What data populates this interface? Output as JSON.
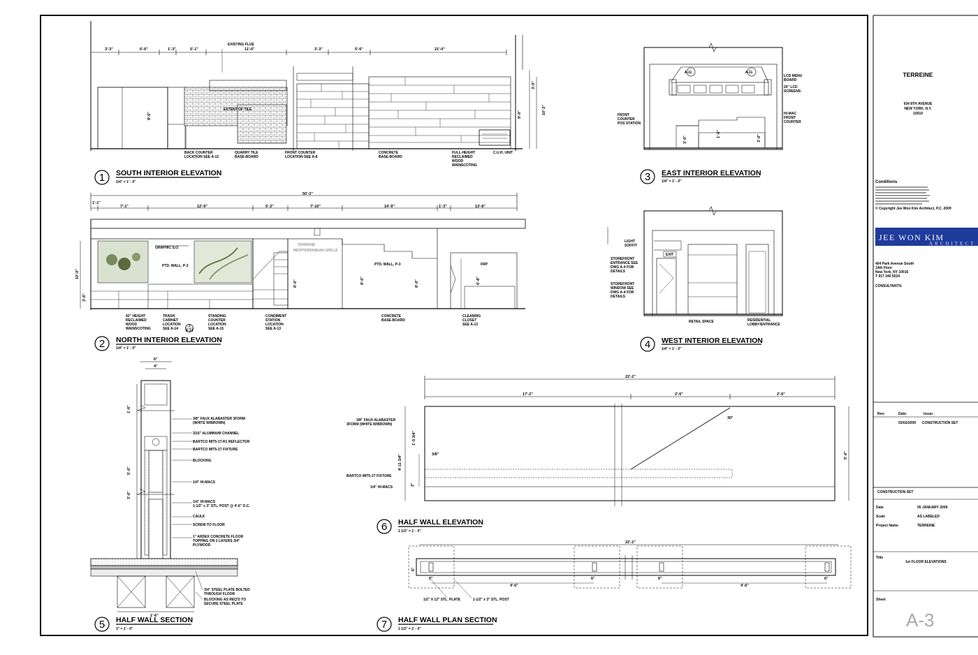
{
  "project": {
    "name": "TERREINE",
    "address_line1": "934 8TH AVENUE",
    "address_line2": "NEW YORK, N.Y.",
    "address_line3": "10019"
  },
  "conditions": {
    "heading": "Conditions",
    "copyright": "© Copyright Jee Won Kim Architect, P.C. 2009"
  },
  "architect": {
    "logo_main": "JEE WON KIM",
    "logo_sub": "ARCHITECT",
    "address1": "404 Park Avenue South",
    "address2": "14th Floor",
    "address3": "New York, NY 10016",
    "phone": "T 917 340 5524",
    "consultants_label": "CONSULTANTS:"
  },
  "revisions": {
    "headers": [
      "Rev:",
      "Date:",
      "Issue:"
    ],
    "rows": [
      [
        "",
        "03/02/2009",
        "CONSTRUCTION SET"
      ]
    ]
  },
  "title_block": {
    "set_label": "CONSTRUCTION SET",
    "date_label": "Date",
    "date_value": "05 JANUARY 2009",
    "scale_label": "Scale",
    "scale_value": "AS LABELED",
    "project_label": "Project Name",
    "project_value": "TERREINE",
    "title_label": "Title",
    "title_value": "1st FLOOR ELEVATIONS",
    "sheet_label": "Sheet",
    "sheet_number": "A-3"
  },
  "drawings": [
    {
      "number": "1",
      "title": "SOUTH INTERIOR ELEVATION",
      "scale": "1/4\" = 1' - 0\""
    },
    {
      "number": "2",
      "title": "NORTH INTERIOR ELEVATION",
      "scale": "1/4\" = 1' - 0\""
    },
    {
      "number": "3",
      "title": "EAST INTERIOR ELEVATION",
      "scale": "1/4\" = 1' - 0\""
    },
    {
      "number": "4",
      "title": "WEST INTERIOR ELEVATION",
      "scale": "1/4\" = 1' - 0\""
    },
    {
      "number": "5",
      "title": "HALF WALL SECTION",
      "scale": "3\" = 1' - 0\""
    },
    {
      "number": "6",
      "title": "HALF WALL ELEVATION",
      "scale": "1 1/2\" = 1' - 0\""
    },
    {
      "number": "7",
      "title": "HALF WALL PLAN SECTION",
      "scale": "1 1/2\" = 1' - 0\""
    }
  ],
  "south": {
    "dims": [
      "3'-3\"",
      "6'-6\"",
      "1'-3\"",
      "5'-1\"",
      "11'-6\"",
      "3'-3\"",
      "5'-6\"",
      "21'-0\""
    ],
    "flue": "EXISTING FLUE",
    "tile": "EXTENT OF TILE",
    "vdims": [
      "9'-6\"",
      "9'-0\"",
      "10'-3\"",
      "3'-0\""
    ],
    "labels": [
      "BACK COUNTER",
      "LOCATION SEE A-12",
      "QUARRY TILE",
      "BASE-BOARD",
      "FRONT COUNTER",
      "LOCATION SEE A-8",
      "CONCRETE",
      "BASE-BOARD",
      "FULL-HEIGHT",
      "RECLAIMED",
      "WOOD",
      "WAINSCOTING",
      "C.U.H. UNIT"
    ]
  },
  "north": {
    "overall": "50'-3\"",
    "dims": [
      "1'-1\"",
      "7'-1\"",
      "12'-9\"",
      "5'-2\"",
      "7'-10\"",
      "14'-9\"",
      "1'-3\"",
      "13'-8\""
    ],
    "graphic": "GRAPHIC S.O.",
    "wall1": "PTD. WALL, P-3",
    "wall2": "PTD. WALL, P-3",
    "brand1": "TERREINE",
    "brand2": "MEDITERRANEAN GRILLE",
    "exit": "FRP",
    "vdims": [
      "10'-0\"",
      "3'-6\"",
      "8'-0\"",
      "8'-0\"",
      "8'-0\"",
      "6'-8\""
    ],
    "labels": [
      "42\" HEIGHT",
      "RECLAIMED",
      "WOOD",
      "WAINSCOTING",
      "TRASH",
      "CABINET",
      "LOCATION",
      "SEE A-14",
      "STANDING",
      "COUNTER",
      "LOCATION",
      "SEE A-15",
      "CONDIMENT",
      "STATION",
      "LOCATION",
      "SEE A-13",
      "CONCRETE",
      "BASE-BOARD",
      "CLEANING",
      "CLOSET",
      "SEE A-13"
    ],
    "tag": "3",
    "tag2": "A-14"
  },
  "east": {
    "labels": [
      "LCD MENU",
      "BOARD",
      "20\" LCD",
      "SCREENS",
      "FRONT",
      "COUNTER",
      "POS STATION",
      "HI-MAC",
      "FRONT",
      "COUNTER"
    ],
    "tags": [
      "A-11",
      "A-11"
    ],
    "vdims": [
      "3'-0\"",
      "1'-6\"",
      "3'-0\""
    ]
  },
  "west": {
    "labels": [
      "LIGHT",
      "SOFFIT",
      "STOREFRONT",
      "ENTRANCE SEE",
      "DWG A-4 FOR",
      "DETAILS",
      "STOREFRONT",
      "WINDOW SEE",
      "DWG A-4 FOR",
      "DETAILS",
      "RETAIL SPACE",
      "RESIDENTIAL",
      "LOBBY/ENTRANCE"
    ],
    "exit": "EXIT"
  },
  "section": {
    "dims": [
      "6\"",
      "4\"",
      "1'-6\"",
      "5'-0\"",
      "3'-6\"",
      "1'-6\""
    ],
    "labels": [
      "3/8\" FAUX ALABASTER 3FORM",
      "(WHITE W/BROWN)",
      "3/16\" ALUMINUM CHANNEL",
      "BARTCO MIT5-1T-R1 REFLECTOR",
      "BARTCO MIT5-1T FIXTURE",
      "BLOCKING",
      "1/4\" HI-MACS",
      "1/4\" HI-MACS",
      "1-1/2\" x 3\" STL. POST @ 4'-6\" O.C.",
      "CAULK",
      "SCREW TO FLOOR",
      "1\" ARDEX CONCRETE FLOOR",
      "TOPPING ON 2 LAYERS 3/4\"",
      "PLYWOOD",
      "3/4\" STEEL PLATE BOLTED",
      "THROUGH FLOOR",
      "BLOCKING AS REQ'D TO",
      "SECURE STEEL PLATE"
    ]
  },
  "half_wall": {
    "overall": "22'-2\"",
    "dims": [
      "17'-2\"",
      "2'-6\"",
      "2'-6\""
    ],
    "vdims": [
      "1'-5 3/4\"",
      "4'-11 3/4\"",
      "3/8\"",
      "2\"",
      "5'-0\"",
      "30°"
    ],
    "labels": [
      "3/8\" FAUX ALABASTER",
      "3FORM (WHITE W/BROWN)",
      "BARTCO MIT5-1T FIXTURE",
      "1/4\" HI-MACS"
    ]
  },
  "plan": {
    "overall": "22'-2\"",
    "dims": [
      "4'-6\"",
      "4'-6\"",
      "6\"",
      "6\"",
      "6\"",
      "6\"",
      "6\""
    ],
    "labels": [
      "1/2\" X 12\" STL. PLATE",
      "1-1/2\" x 3\" STL. POST"
    ]
  }
}
